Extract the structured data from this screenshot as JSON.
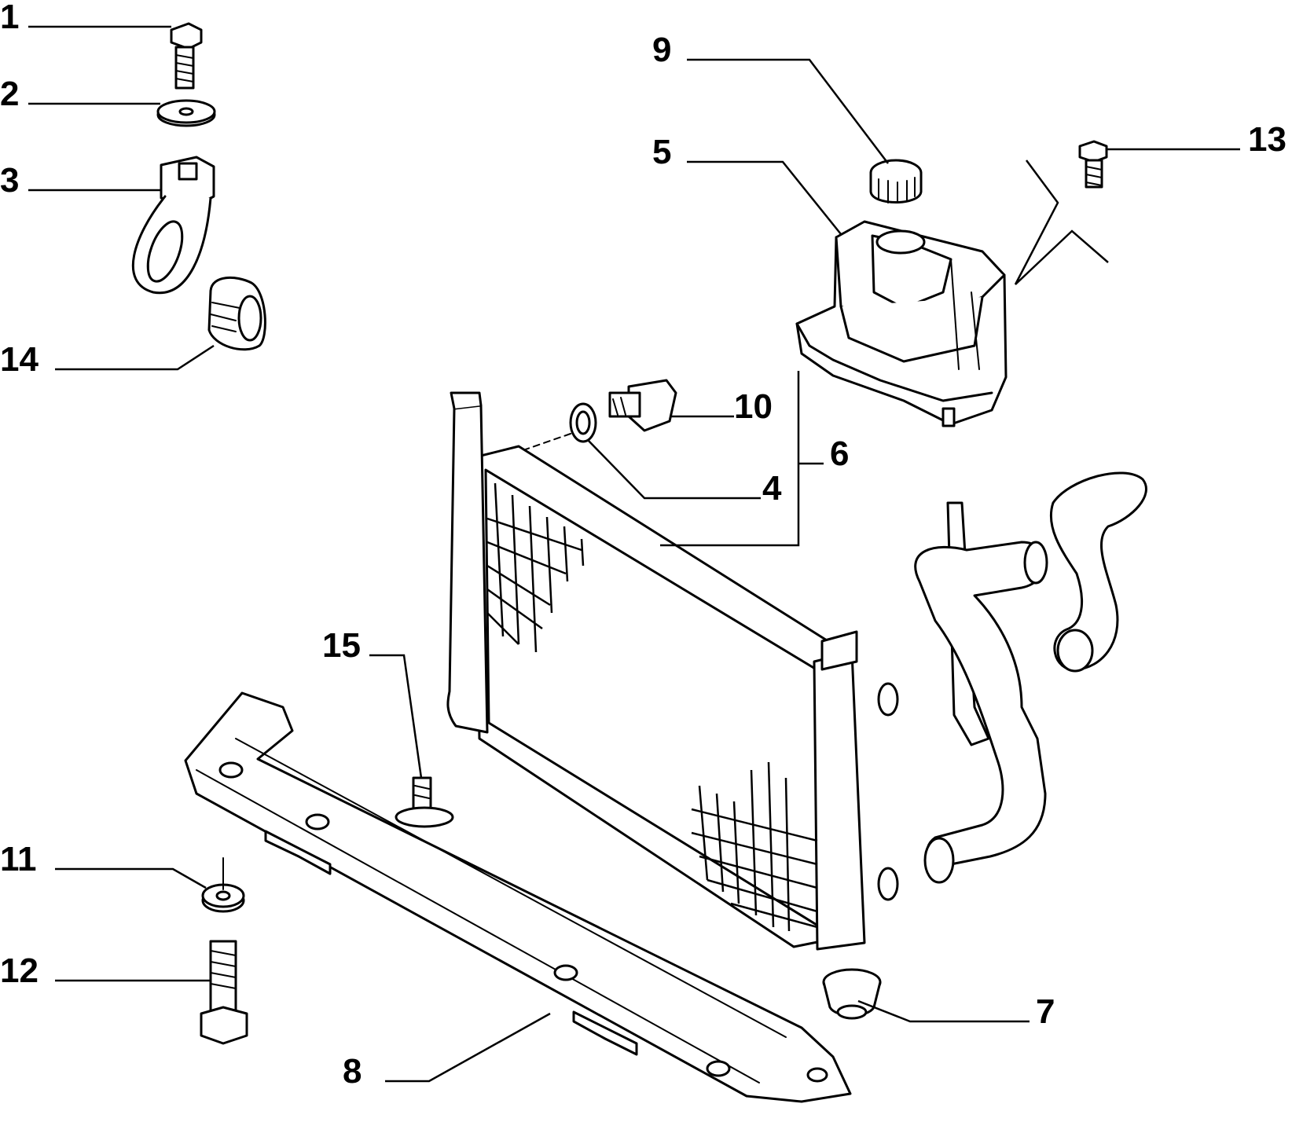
{
  "diagram": {
    "callouts": [
      "1",
      "2",
      "3",
      "4",
      "5",
      "6",
      "7",
      "8",
      "9",
      "10",
      "11",
      "12",
      "13",
      "14",
      "15"
    ]
  },
  "colors": {
    "line": "#000000",
    "background": "#ffffff"
  }
}
